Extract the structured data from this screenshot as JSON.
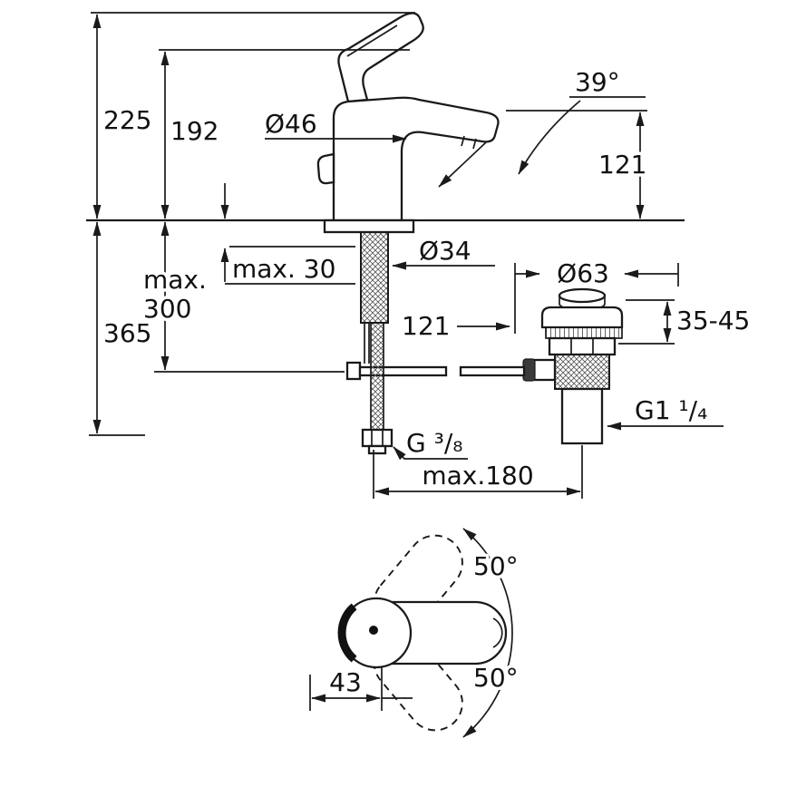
{
  "drawing": {
    "type": "technical-dimension-drawing",
    "subject": "single-lever basin mixer with pop-up waste",
    "line_color": "#1a1a1a",
    "background": "#ffffff",
    "labels": {
      "total_height": "225",
      "handle_height": "192",
      "body_diameter": "Ø46",
      "spout_angle": "39°",
      "spout_outlet_height": "121",
      "below_counter_depth": "365",
      "hose_max_word": "max.",
      "hose_max_value": "300",
      "counter_thickness": "max. 30",
      "hole_diameter": "Ø34",
      "rod_length": "121",
      "waste_flange_diameter": "Ø63",
      "waste_clamp_range": "35-45",
      "waste_thread": "G1 ¹/₄",
      "supply_thread": "G ³/₈",
      "max_center_distance": "max.180",
      "swing_angle_upper": "50°",
      "swing_angle_lower": "50°",
      "handle_length": "43"
    }
  }
}
